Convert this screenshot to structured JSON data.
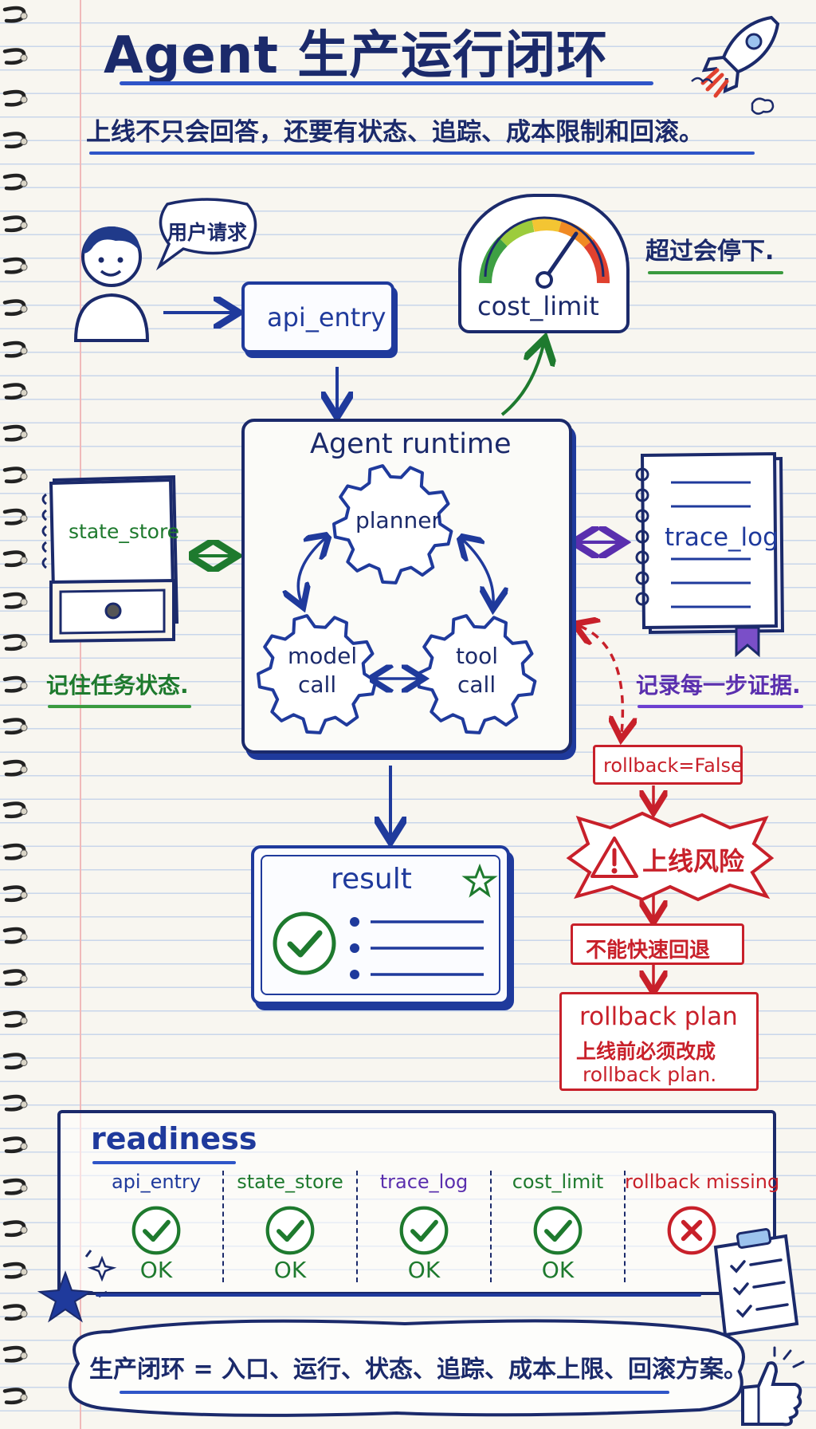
{
  "title": "Agent 生产运行闭环",
  "subtitle": "上线不只会回答，还要有状态、追踪、成本限制和回滚。",
  "user": {
    "speech": "用户请求"
  },
  "nodes": {
    "api_entry": "api_entry",
    "cost_limit": "cost_limit",
    "cost_note": "超过会停下.",
    "runtime_title": "Agent runtime",
    "planner": "planner",
    "model_call_1": "model",
    "model_call_2": "call",
    "tool_call_1": "tool",
    "tool_call_2": "call",
    "state_store": "state_store",
    "state_note": "记住任务状态.",
    "trace_log": "trace_log",
    "trace_note": "记录每一步证据.",
    "result": "result"
  },
  "risk": {
    "flag": "rollback=False",
    "warning": "上线风险",
    "consequence": "不能快速回退",
    "plan_title": "rollback plan",
    "plan_line1": "上线前必须改成",
    "plan_line2": "rollback plan."
  },
  "readiness": {
    "title": "readiness",
    "items": [
      {
        "label": "api_entry",
        "status": "OK",
        "ok": true,
        "color": "#1f3a9c"
      },
      {
        "label": "state_store",
        "status": "OK",
        "ok": true,
        "color": "#1e7a2e"
      },
      {
        "label": "trace_log",
        "status": "OK",
        "ok": true,
        "color": "#5a2fae"
      },
      {
        "label": "cost_limit",
        "status": "OK",
        "ok": true,
        "color": "#1e7a2e"
      },
      {
        "label": "rollback missing",
        "status": "",
        "ok": false,
        "color": "#c8202a"
      }
    ]
  },
  "footer": "生产闭环 = 入口、运行、状态、追踪、成本上限、回滚方案。",
  "colors": {
    "navy": "#1b2a6b",
    "blue": "#1f3a9c",
    "green": "#1e7a2e",
    "red": "#c8202a",
    "purple": "#5a2fae"
  }
}
